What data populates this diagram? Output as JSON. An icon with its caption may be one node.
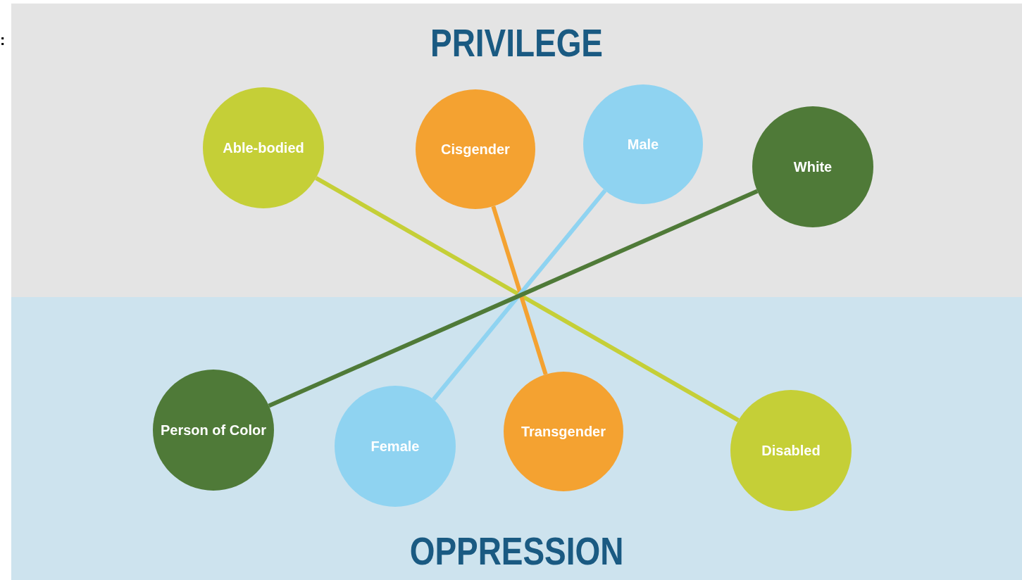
{
  "diagram": {
    "title": "PRIVILEGE",
    "caption": "OPPRESSION",
    "nodes": [
      {
        "text": [
          "Able-bodied"
        ]
      },
      {
        "text": [
          "Cisgender"
        ]
      },
      {
        "text": [
          "Male"
        ]
      },
      {
        "text": [
          "White"
        ]
      },
      {
        "text": [
          "Person of Color"
        ]
      },
      {
        "text": [
          "Female"
        ]
      },
      {
        "text": [
          "Transgender"
        ]
      },
      {
        "text": [
          "Disabled"
        ]
      }
    ],
    "edges": [
      {
        "from": 0,
        "to": 7,
        "arrow": "none",
        "color": "#c5cf37"
      },
      {
        "from": 1,
        "to": 6,
        "arrow": "none",
        "color": "#f4a231"
      },
      {
        "from": 2,
        "to": 5,
        "arrow": "none",
        "color": "#8fd3f1"
      },
      {
        "from": 3,
        "to": 4,
        "arrow": "none",
        "color": "#4f7a38"
      }
    ],
    "labels": [
      ":"
    ]
  }
}
